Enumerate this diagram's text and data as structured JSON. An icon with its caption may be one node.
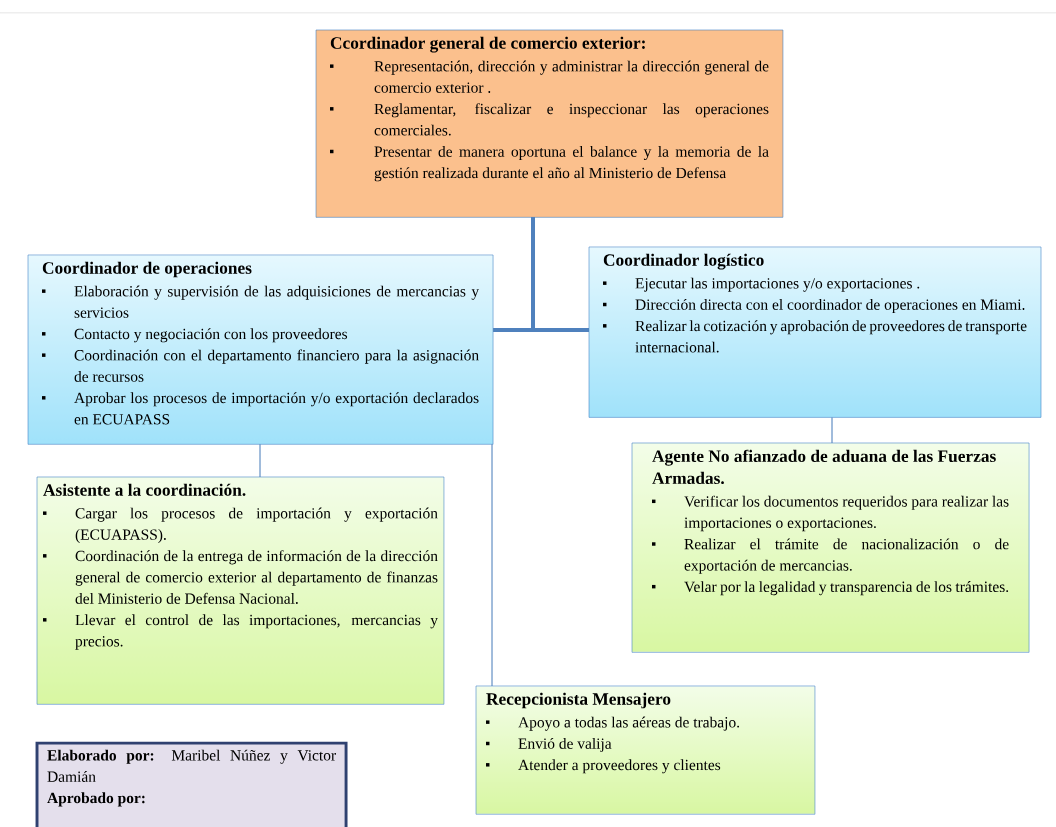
{
  "diagram": {
    "nodes": [
      {
        "text": [
          "Ccordinador  general de comercio exterior:",
          "Representación, dirección y administrar  la dirección general de comercio exterior .",
          "Reglamentar, fiscalizar e inspeccionar las operaciones comerciales.",
          "Presentar de manera oportuna el balance y la memoria de la gestión realizada durante el año al Ministerio de Defensa"
        ]
      },
      {
        "text": [
          "Coordinador  de operaciones",
          "Elaboración y supervisión de las adquisiciones de mercancias y servicios",
          "Contacto y negociación con los proveedores",
          "Coordinación con el departamento financiero para la asignación de recursos",
          "Aprobar los procesos  de importación y/o exportación declarados en ECUAPASS"
        ]
      },
      {
        "text": [
          "Coordinador  logístico",
          "Ejecutar las importaciones y/o exportaciones .",
          "Dirección directa con el coordinador de operaciones en Miami.",
          "Realizar la cotización y aprobación de proveedores de transporte internacional."
        ]
      },
      {
        "text": [
          "Asistente a la coordinación.",
          "Cargar los procesos de importación y exportación (ECUAPASS).",
          "Coordinación de la entrega de información de la dirección general de comercio exterior al departamento de finanzas del Ministerio de Defensa Nacional.",
          "Llevar el control de las  importaciones, mercancias y precios."
        ]
      },
      {
        "text": [
          "Agente No afianzado  de aduana   de las Fuerzas Armadas.",
          "Verificar los documentos requeridos  para realizar las importaciones o exportaciones.",
          "Realizar el trámite de nacionalización o de exportación de mercancias.",
          "Velar por la legalidad  y transparencia  de los trámites."
        ]
      },
      {
        "text": [
          "Recepcionista  Mensajero",
          "Apoyo a todas las aéreas de trabajo.",
          "Envió de valija",
          "Atender a proveedores y clientes"
        ]
      },
      {
        "text": [
          "**Elaborado por:** Maribel Núñez y Victor Damián",
          "Aprobado por:"
        ]
      }
    ],
    "edges": [
      {
        "from": 0,
        "to": 1,
        "arrow": "none",
        "style": "thick"
      },
      {
        "from": 0,
        "to": 2,
        "arrow": "none",
        "style": "thick"
      },
      {
        "from": 1,
        "to": 3,
        "arrow": "none"
      },
      {
        "from": 1,
        "to": 5,
        "arrow": "none"
      },
      {
        "from": 2,
        "to": 4,
        "arrow": "none"
      }
    ]
  }
}
